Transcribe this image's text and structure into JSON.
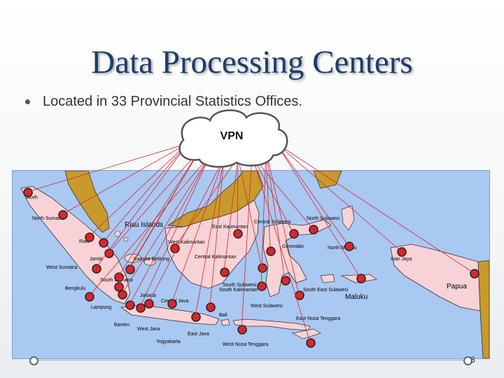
{
  "slide": {
    "title": "Data Processing Centers",
    "bullet": "Located in 33 Provincial Statistics Offices.",
    "vpn_label": "VPN",
    "page_number": "3"
  },
  "map": {
    "regions": [
      "Aceh",
      "North Sumatra",
      "Riau",
      "Riau Islands",
      "Jambi",
      "West Sumatra",
      "Bangka Belitung",
      "South Sumatra",
      "Bengkulu",
      "Lampung",
      "Banten",
      "Jakarta",
      "West Java",
      "Central Java",
      "Yogyakarta",
      "East Java",
      "Bali",
      "West Kalimantan",
      "East Kalimantan",
      "Central Kalimantan",
      "South Kalimantan",
      "West Nusa Tenggara",
      "East Nusa Tenggara",
      "Central Sulawesi",
      "North Sulawesi",
      "Gorontalo",
      "South Sulawesi",
      "West Sulawesi",
      "South East Sulawesi",
      "North Maluku",
      "Maluku",
      "Irian Jaya",
      "Papua"
    ],
    "colors": {
      "sea": "#a9c8f2",
      "land_indonesia": "#f7d2d6",
      "land_foreign": "#c89a2c",
      "border": "#333333",
      "connection_line": "#d9262b",
      "node_fill": "#d9262b"
    }
  }
}
